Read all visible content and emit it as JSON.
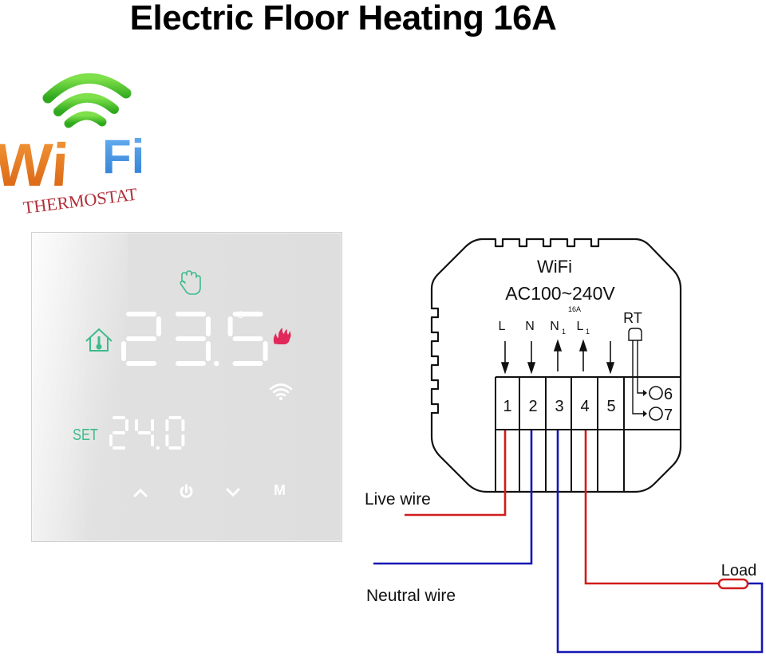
{
  "title": "Electric Floor Heating 16A",
  "logo": {
    "word_part1": "Wi",
    "word_part2": "Fi",
    "subtitle": "THERMOSTAT",
    "colors": {
      "arcs": "#3fbf2a",
      "wi": "#e8741a",
      "fi": "#3a8ee0",
      "subtitle": "#b0303a"
    }
  },
  "thermostat": {
    "current_temp": "23.5",
    "unit": "°C",
    "set_label": "SET",
    "set_temp": "24.0",
    "icons": [
      "hand-manual-icon",
      "home-thermometer-icon",
      "flame-heating-icon",
      "wifi-icon"
    ],
    "buttons": {
      "up": "up-arrow",
      "power": "power",
      "down": "down-arrow",
      "mode": "M"
    },
    "colors": {
      "accent_green": "#3dbb8b",
      "flame": "#e0285a",
      "segments": "#ffffff"
    }
  },
  "module": {
    "line1": "WiFi",
    "line2": "AC100~240V",
    "rating": "16A",
    "terminal_labels": [
      "L",
      "N",
      "N1",
      "L1",
      ""
    ],
    "terminal_arrows": [
      "down",
      "down",
      "up",
      "up",
      "down"
    ],
    "terminals": [
      "1",
      "2",
      "3",
      "4",
      "5"
    ],
    "sensor_label": "RT",
    "sensor_terminals": [
      "6",
      "7"
    ]
  },
  "wiring": {
    "live_label": "Live wire",
    "neutral_label": "Neutral wire",
    "load_label": "Load",
    "colors": {
      "live": "#d01c1c",
      "neutral": "#1616b4"
    }
  }
}
